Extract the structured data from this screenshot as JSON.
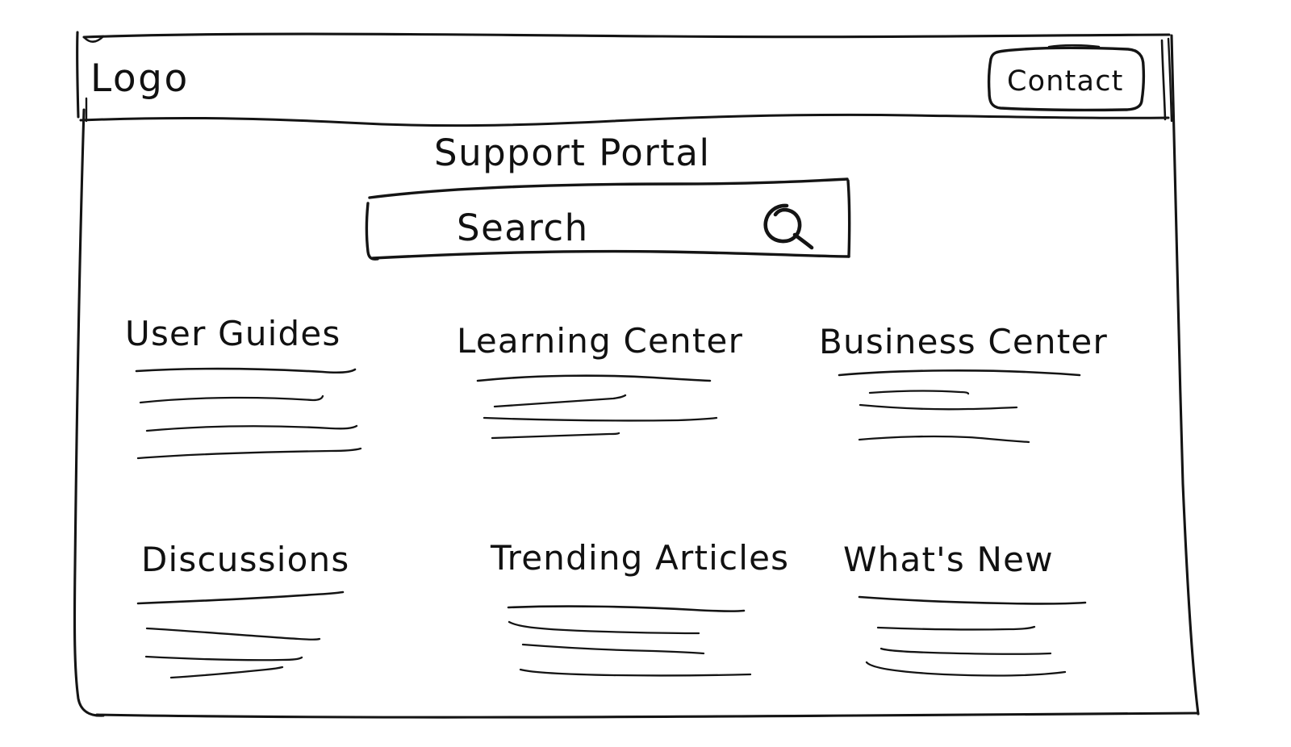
{
  "page": {
    "title": "Support Portal",
    "style": "hand-drawn-wireframe",
    "ink_color": "#141414",
    "background_color": "#ffffff"
  },
  "header": {
    "logo_label": "Logo",
    "contact_button_label": "Contact"
  },
  "hero": {
    "heading": "Support Portal",
    "search": {
      "placeholder": "Search",
      "icon": "magnifier-icon"
    }
  },
  "cards": [
    {
      "title": "User Guides",
      "line_count": 3
    },
    {
      "title": "Learning Center",
      "line_count": 3
    },
    {
      "title": "Business Center",
      "line_count": 3
    },
    {
      "title": "Discussions",
      "line_count": 3
    },
    {
      "title": "Trending Articles",
      "line_count": 3
    },
    {
      "title": "What's New",
      "line_count": 3
    }
  ]
}
